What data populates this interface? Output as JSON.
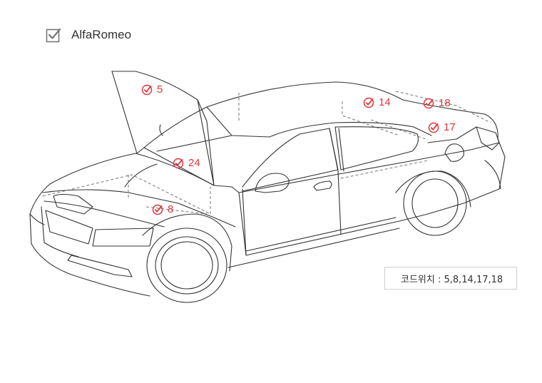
{
  "header": {
    "title": "AlfaRomeo",
    "icon": "checkbox-icon"
  },
  "markers": [
    {
      "id": "marker-5",
      "label": "5"
    },
    {
      "id": "marker-24",
      "label": "24"
    },
    {
      "id": "marker-8",
      "label": "8"
    },
    {
      "id": "marker-14",
      "label": "14"
    },
    {
      "id": "marker-18",
      "label": "18"
    },
    {
      "id": "marker-17",
      "label": "17"
    }
  ],
  "code_location": {
    "label": "코드위치 : 5,8,14,17,18"
  },
  "colors": {
    "marker": "#e0353b",
    "line": "#333333",
    "dashed": "#666666"
  }
}
